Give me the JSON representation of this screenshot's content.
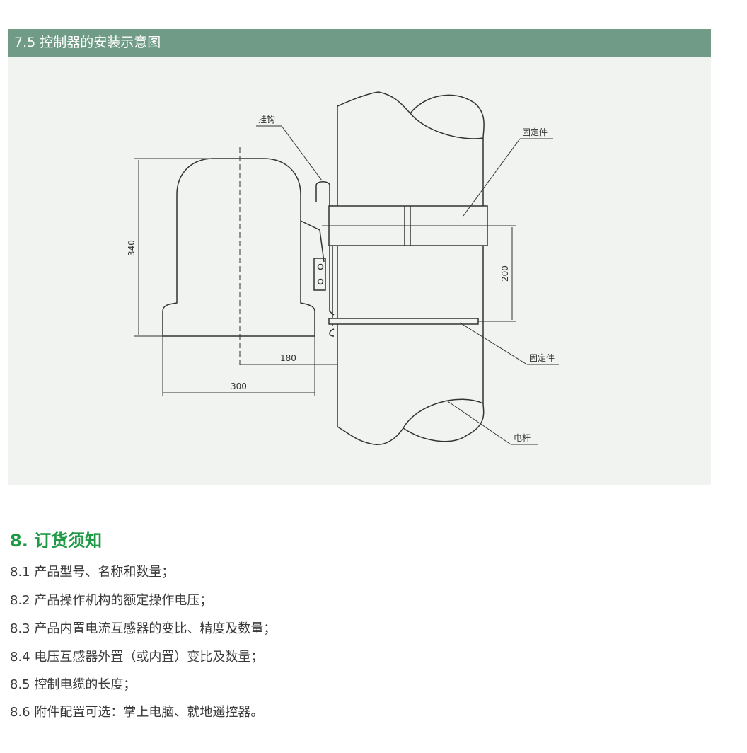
{
  "section_header": "7.5 控制器的安装示意图",
  "diagram": {
    "labels": {
      "hook": "挂钩",
      "fixture_top": "固定件",
      "fixture_bottom": "固定件",
      "pole": "电杆"
    },
    "dimensions": {
      "height": "340",
      "band_spacing": "200",
      "offset": "180",
      "width": "300"
    }
  },
  "ordering": {
    "title": "8. 订货须知",
    "items": [
      "8.1 产品型号、名称和数量；",
      "8.2 产品操作机构的额定操作电压；",
      "8.3 产品内置电流互感器的变比、精度及数量；",
      "8.4 电压互感器外置（或内置）变比及数量；",
      "8.5 控制电缆的长度；",
      "8.6 附件配置可选：掌上电脑、就地遥控器。"
    ]
  }
}
